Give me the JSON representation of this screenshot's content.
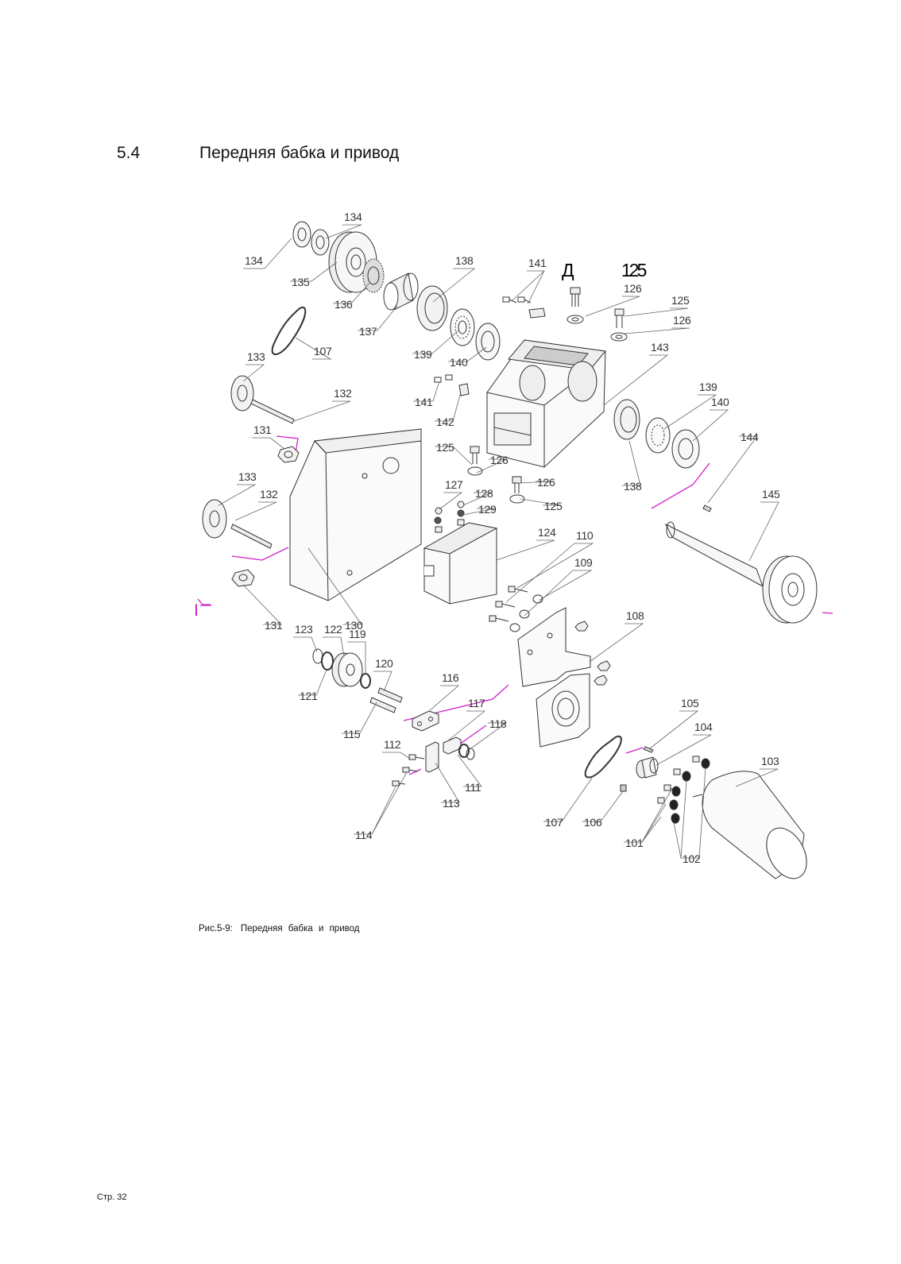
{
  "section": {
    "number": "5.4",
    "title": "Передняя бабка и привод"
  },
  "figure": {
    "marker_letter": "Д",
    "marker_number": "125",
    "part_labels": [
      "134",
      "134",
      "135",
      "136",
      "137",
      "138",
      "141",
      "126",
      "125",
      "126",
      "107",
      "133",
      "132",
      "131",
      "139",
      "140",
      "143",
      "141",
      "142",
      "125",
      "126",
      "126",
      "125",
      "139",
      "140",
      "138",
      "144",
      "145",
      "133",
      "132",
      "127",
      "128",
      "129",
      "124",
      "110",
      "109",
      "131",
      "130",
      "123",
      "122",
      "119",
      "121",
      "120",
      "108",
      "116",
      "115",
      "117",
      "118",
      "105",
      "104",
      "112",
      "113",
      "111",
      "103",
      "107",
      "106",
      "101",
      "102",
      "114"
    ],
    "section_mark": "Ⅰ"
  },
  "caption": {
    "label": "Рис.5-9:",
    "text": "Передняя бабка и привод"
  },
  "footer": {
    "page": "Стр. 32"
  },
  "colors": {
    "text": "#111111",
    "drawing": "#333333",
    "leader": "#d020c8"
  }
}
